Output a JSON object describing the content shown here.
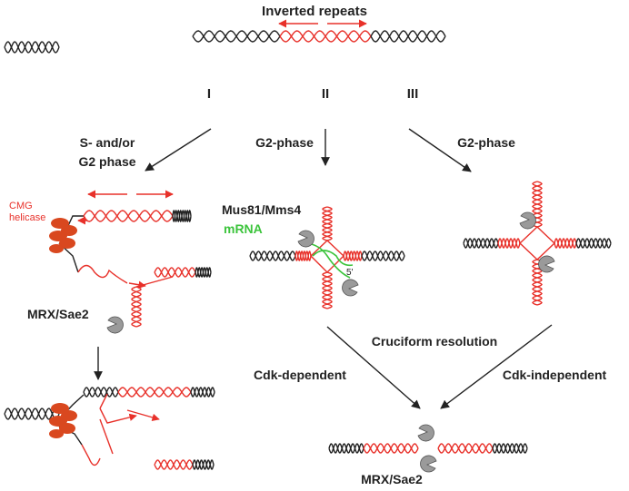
{
  "title": "Inverted repeats",
  "pathways": [
    {
      "numeral": "I",
      "phase_line1": "S- and/or",
      "phase_line2": "G2 phase"
    },
    {
      "numeral": "II",
      "phase": "G2-phase"
    },
    {
      "numeral": "III",
      "phase": "G2-phase"
    }
  ],
  "labels": {
    "cmg_line1": "CMG",
    "cmg_line2": "helicase",
    "mrx_left": "MRX/Sae2",
    "mus81": "Mus81/Mms4",
    "mrna": "mRNA",
    "five_prime_a": "5'",
    "five_prime_b": "5'",
    "resolution": "Cruciform resolution",
    "cdk_dependent": "Cdk-dependent",
    "cdk_independent": "Cdk-independent",
    "mrx_bottom": "MRX/Sae2"
  },
  "colors": {
    "dna": "#222222",
    "repeat": "#e8312a",
    "helicase": "#d9481f",
    "rna": "#3cc43c",
    "nuclease": "#9a9a9a"
  },
  "icons": {
    "nuclease": "pacman-nuclease-icon",
    "helicase": "hexameric-helicase-icon",
    "arrow": "black-arrow-icon",
    "repeat_arrows": "red-double-arrow-icon"
  }
}
